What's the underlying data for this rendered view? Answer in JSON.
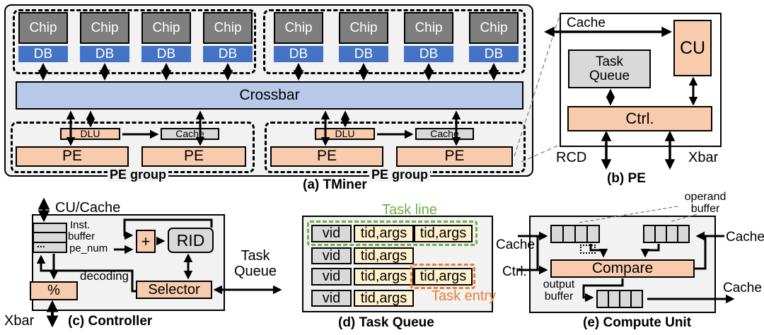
{
  "colors": {
    "chip_gray": "#7F7F7F",
    "db_blue": "#4472C4",
    "crossbar_blue": "#B8C9E8",
    "peach": "#F8CBAD",
    "light_gray": "#D9D9D9",
    "panel_gray": "#F2F2F2",
    "task_yellow": "#FFF2CC",
    "green": "#70AD47",
    "orange": "#ED7D31"
  },
  "tminer": {
    "caption": "(a) TMiner",
    "chip_label": "Chip",
    "db_label": "DB",
    "crossbar_label": "Crossbar",
    "dlu_label": "DLU",
    "cache_label": "Cache",
    "pe_label": "PE",
    "pe_group_label": "PE group"
  },
  "pe": {
    "caption": "(b) PE",
    "cache_label": "Cache",
    "task_queue_label": "Task\nQueue",
    "cu_label": "CU",
    "ctrl_label": "Ctrl.",
    "rcd_label": "RCD",
    "xbar_label": "Xbar"
  },
  "controller": {
    "caption": "(c) Controller",
    "cu_cache_label": "CU/Cache",
    "inst_label": "Inst.",
    "buffer_label": "buffer",
    "pe_num_label": "pe_num",
    "buffer_dots": "...",
    "plus_label": "+",
    "rid_label": "RID",
    "decoding_label": "decoding",
    "mod_label": "%",
    "selector_label": "Selector",
    "task_queue_label": "Task\nQueue",
    "xbar_label": "Xbar"
  },
  "task_queue": {
    "caption": "(d) Task Queue",
    "task_line_label": "Task line",
    "task_entry_label": "Task entry",
    "rows": [
      [
        "vid",
        "tid,args",
        "tid,args"
      ],
      [
        "vid",
        "tid,args"
      ],
      [
        "vid",
        "tid,args",
        "tid,args"
      ],
      [
        "vid",
        "tid,args"
      ]
    ]
  },
  "compute_unit": {
    "caption": "(e) Compute Unit",
    "operand_buffer_label": "operand\nbuffer",
    "output_buffer_label": "output\nbuffer",
    "cache_in_left_label": "Cache",
    "ctrl_label": "Ctrl.",
    "cache_in_right_label": "Cache",
    "cache_out_label": "Cache",
    "compare_label": "Compare"
  }
}
